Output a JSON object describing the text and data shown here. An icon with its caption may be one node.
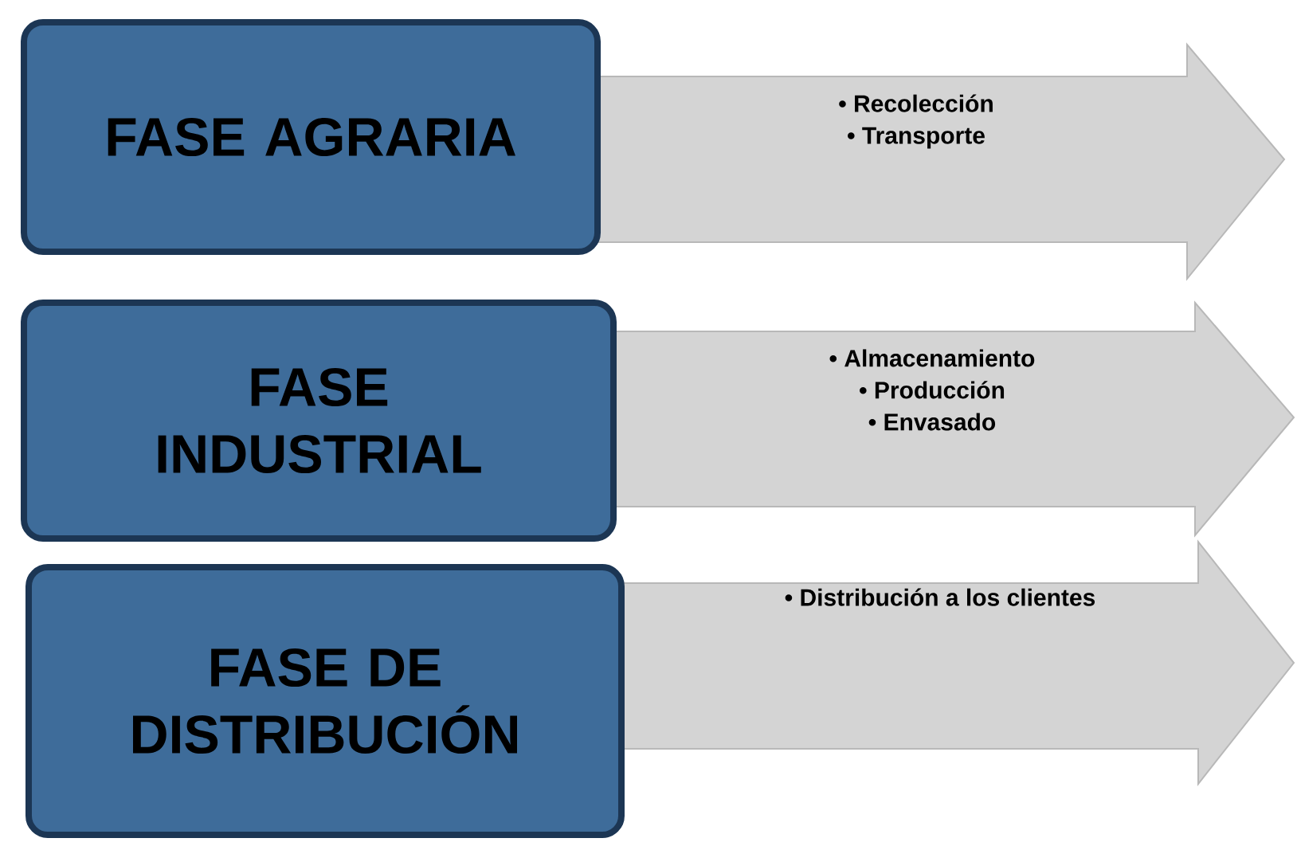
{
  "diagram": {
    "nodes": [
      {
        "text": [
          "FASE AGRARIA"
        ]
      },
      {
        "text": [
          "• Recolección",
          "• Transporte"
        ]
      },
      {
        "text": [
          "FASE INDUSTRIAL"
        ]
      },
      {
        "text": [
          "• Almacenamiento",
          "• Producción",
          "• Envasado"
        ]
      },
      {
        "text": [
          "FASE DE DISTRIBUCIÓN"
        ]
      },
      {
        "text": [
          "• Distribución a los clientes"
        ]
      }
    ]
  }
}
